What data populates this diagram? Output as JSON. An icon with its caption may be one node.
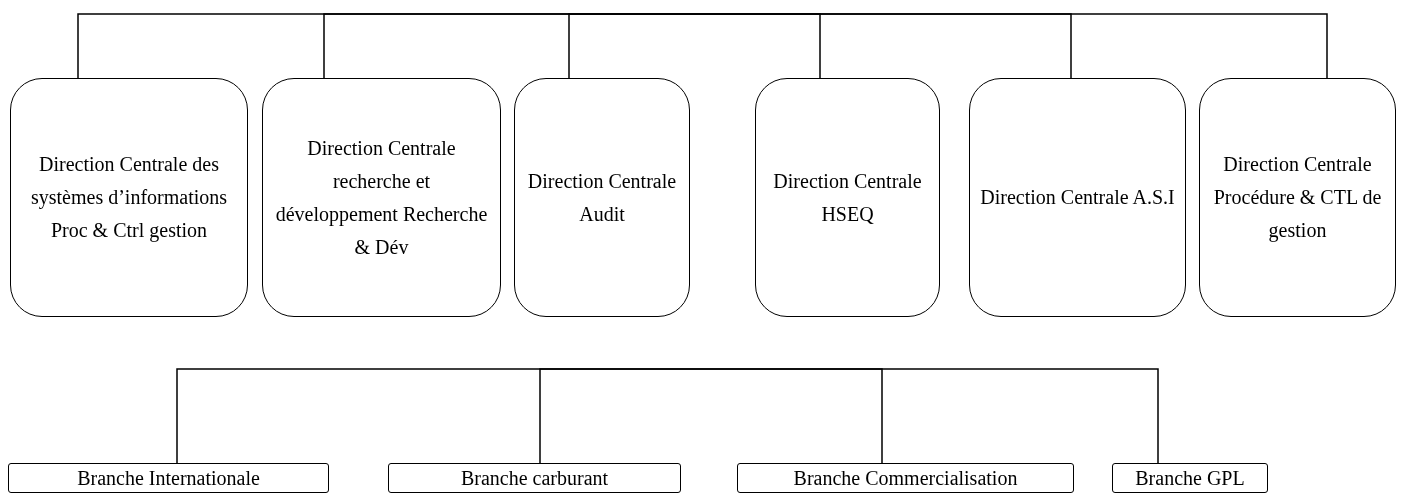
{
  "diagram": {
    "nodes": [
      {
        "text": [
          "Direction Centrale des systèmes d’informations Proc & Ctrl gestion"
        ]
      },
      {
        "text": [
          "Direction Centrale recherche et développement Recherche & Dév"
        ]
      },
      {
        "text": [
          "Direction Centrale Audit"
        ]
      },
      {
        "text": [
          "Direction Centrale HSEQ"
        ]
      },
      {
        "text": [
          "Direction Centrale A.S.I"
        ]
      },
      {
        "text": [
          "Direction Centrale Procédure & CTL de gestion"
        ]
      },
      {
        "text": [
          "Branche Internationale"
        ]
      },
      {
        "text": [
          "Branche carburant"
        ]
      },
      {
        "text": [
          "Branche Commercialisation"
        ]
      },
      {
        "text": [
          "Branche GPL"
        ]
      }
    ],
    "edges": [
      {
        "from": null,
        "to": 0,
        "arrow": "none"
      },
      {
        "from": null,
        "to": 1,
        "arrow": "none"
      },
      {
        "from": null,
        "to": 2,
        "arrow": "none"
      },
      {
        "from": null,
        "to": 3,
        "arrow": "none"
      },
      {
        "from": null,
        "to": 4,
        "arrow": "none"
      },
      {
        "from": null,
        "to": 5,
        "arrow": "none"
      },
      {
        "from": null,
        "to": 6,
        "arrow": "none"
      },
      {
        "from": null,
        "to": 7,
        "arrow": "none"
      },
      {
        "from": null,
        "to": 8,
        "arrow": "none"
      },
      {
        "from": null,
        "to": 9,
        "arrow": "none"
      }
    ]
  }
}
